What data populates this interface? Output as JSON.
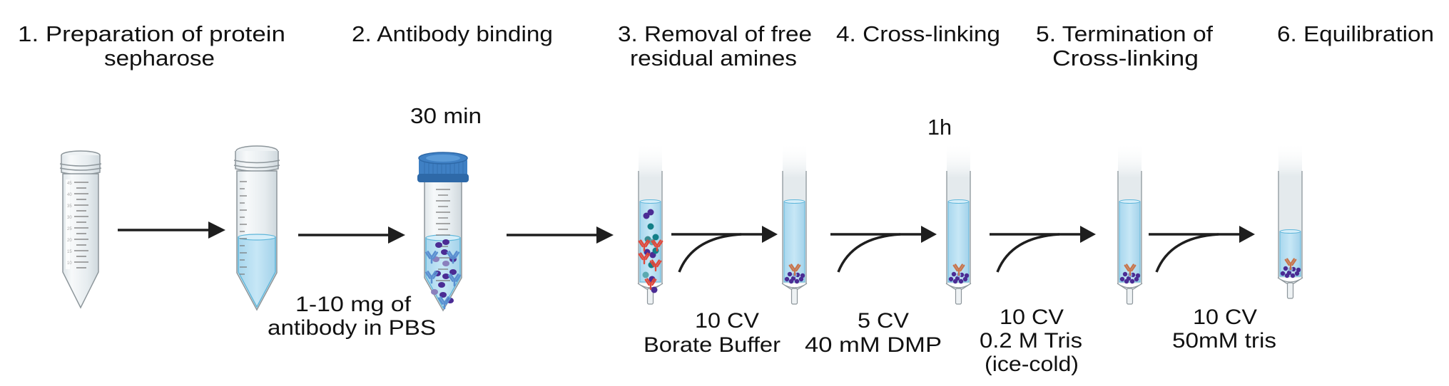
{
  "steps": [
    {
      "number": "1.",
      "title_lines": [
        "1.  Preparation of protein",
        "sepharose"
      ]
    },
    {
      "number": "2.",
      "title_lines": [
        "2. Antibody binding"
      ]
    },
    {
      "number": "3.",
      "title_lines": [
        "3. Removal of free",
        "residual amines"
      ]
    },
    {
      "number": "4.",
      "title_lines": [
        "4. Cross-linking"
      ]
    },
    {
      "number": "5.",
      "title_lines": [
        "5. Termination of",
        "Cross-linking"
      ]
    },
    {
      "number": "6.",
      "title_lines": [
        "6. Equilibration"
      ]
    }
  ],
  "timings": {
    "antibody_binding": "30 min",
    "cross_linking": "1h"
  },
  "conditions": {
    "antibody": [
      "1-10 mg of",
      "antibody in PBS"
    ],
    "borate": [
      "10 CV",
      "Borate Buffer"
    ],
    "dmp": [
      "5 CV",
      "40 mM  DMP"
    ],
    "tris_stop": [
      "10 CV",
      "0.2 M Tris",
      "(ice-cold)"
    ],
    "tris_equil": [
      "10 CV",
      "50mM tris"
    ]
  },
  "colors": {
    "cap": "#3f80c4",
    "cap_dark": "#2e69a8",
    "liquid": "#bfe2f3",
    "liquid_edge": "#6cc0e0",
    "bead_purple": "#4b2c94",
    "bead_light": "#8a80bd",
    "bead_teal": "#137f88",
    "antibody_blue": "#5a8fd0",
    "antibody_red": "#e0483b",
    "antibody_bound": "#c8744c",
    "arrow": "#1e1e1e"
  },
  "tube_graduations": [
    "45",
    "40",
    "35",
    "30",
    "25",
    "20",
    "15",
    "10"
  ]
}
